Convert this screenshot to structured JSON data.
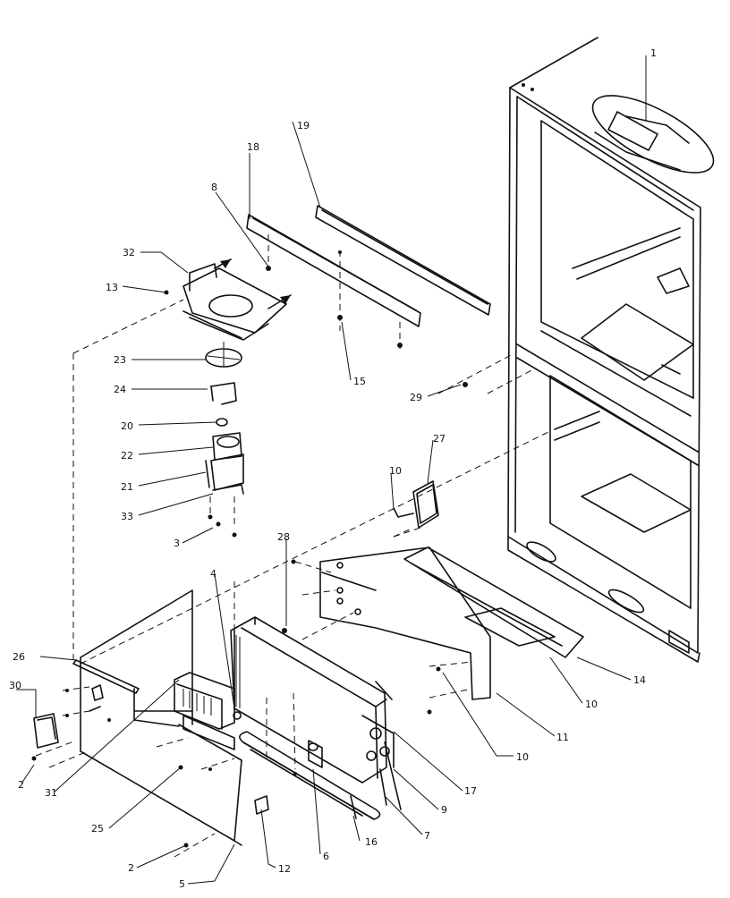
{
  "callouts": [
    "1",
    "2",
    "2",
    "3",
    "4",
    "5",
    "6",
    "7",
    "8",
    "9",
    "10",
    "10",
    "10",
    "11",
    "12",
    "13",
    "14",
    "15",
    "16",
    "17",
    "18",
    "19",
    "20",
    "21",
    "22",
    "23",
    "24",
    "25",
    "26",
    "27",
    "28",
    "29",
    "30",
    "31",
    "32",
    "33"
  ]
}
